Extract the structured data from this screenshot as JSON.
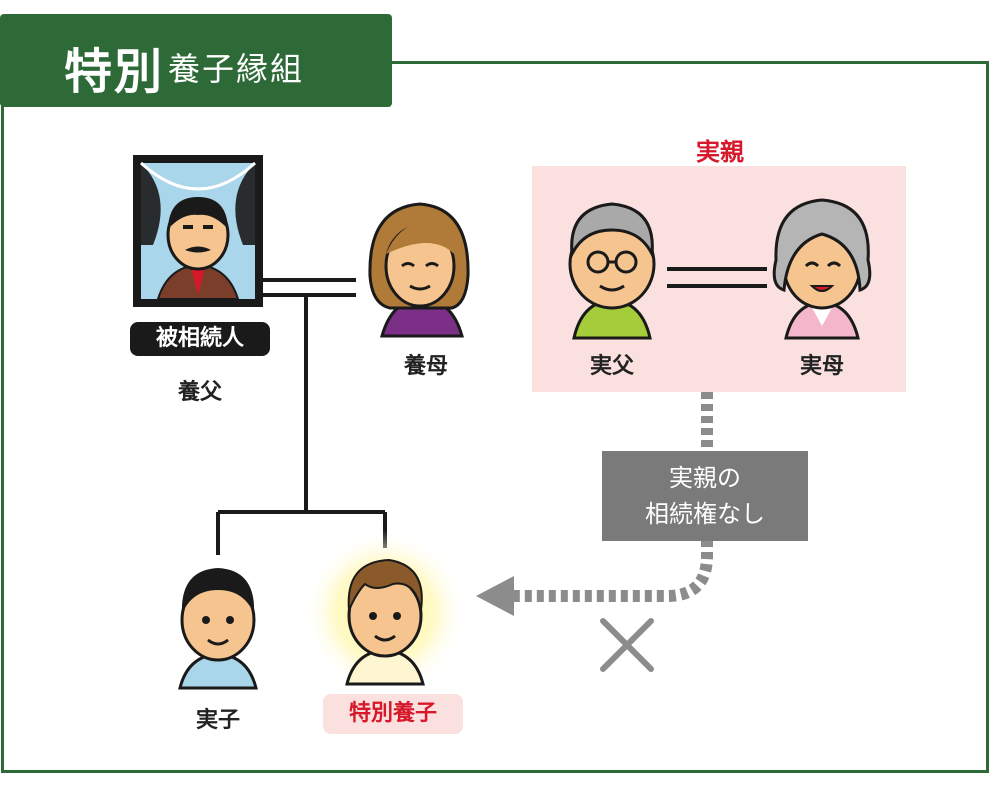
{
  "title": {
    "main": "特別",
    "sub": "養子縁組"
  },
  "adoptive_father": {
    "label": "養父",
    "badge": "被相続人"
  },
  "adoptive_mother": {
    "label": "養母"
  },
  "biological_parents": {
    "group_label": "実親",
    "father": "実父",
    "mother": "実母"
  },
  "biological_child": {
    "label": "実子"
  },
  "special_adopted_child": {
    "label": "特別養子"
  },
  "no_inheritance_note": {
    "line1": "実親の",
    "line2": "相続権なし"
  },
  "colors": {
    "title_green": "#2d6a38",
    "accent_red": "#d7182a",
    "pink_bg": "#fbe0e0",
    "gray_box": "#7a7a7a",
    "highlight_yellow": "#fff59a"
  }
}
